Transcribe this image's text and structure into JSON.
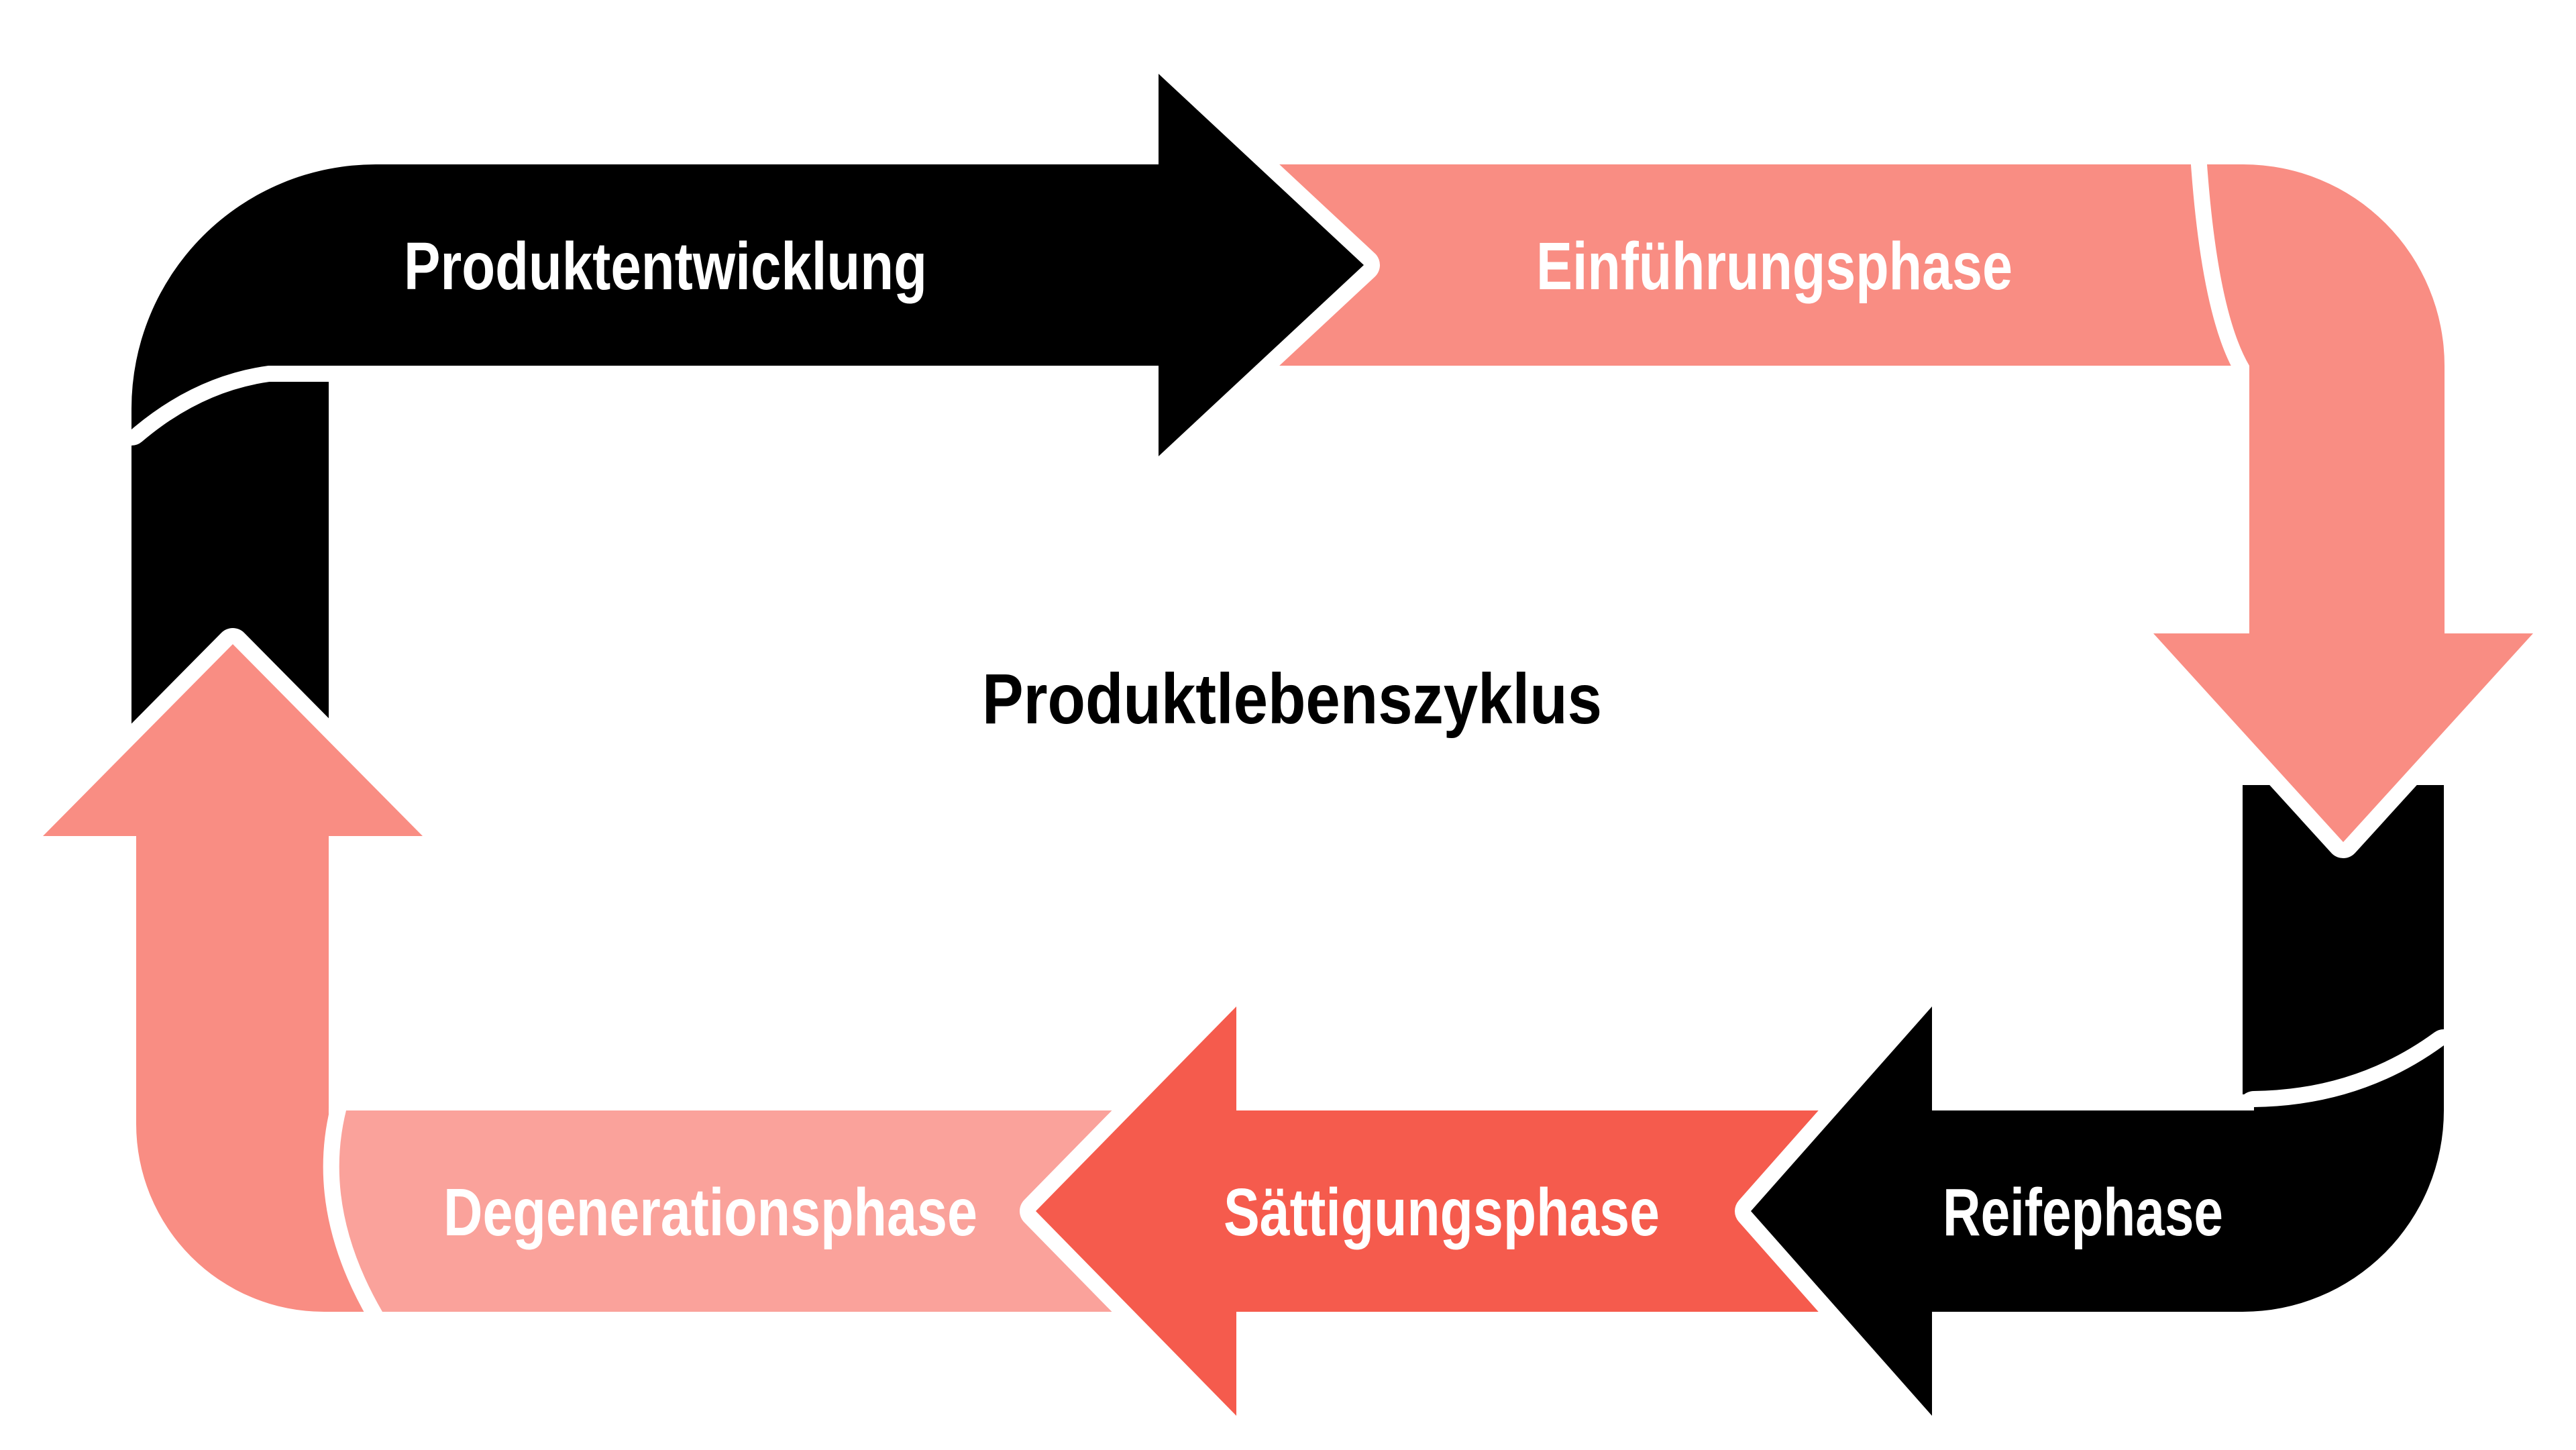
{
  "title": "Produktlebenszyklus",
  "phases": [
    {
      "label": "Produktentwicklung"
    },
    {
      "label": "Einführungsphase"
    },
    {
      "label": "Reifephase"
    },
    {
      "label": "Sättigungsphase"
    },
    {
      "label": "Degenerationsphase"
    }
  ],
  "colors": {
    "black": "#000000",
    "salmon": "#F98D83",
    "lightPink": "#FAA29B",
    "red": "#F55B4D",
    "textLight": "#FFFFFF",
    "textDark": "#000000",
    "background": "#FFFFFF"
  }
}
